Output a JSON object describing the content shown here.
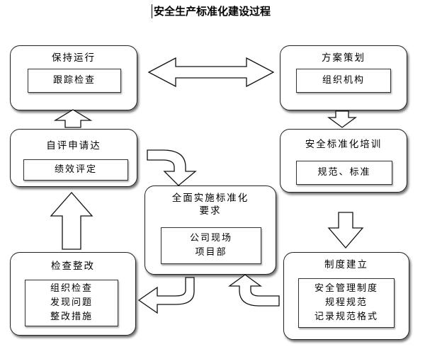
{
  "title": "安全生产标准化建设过程",
  "nodes": {
    "baochi": {
      "title": "保持运行",
      "inner": [
        "跟踪检查"
      ]
    },
    "fangan": {
      "title": "方案策划",
      "inner": [
        "组织机构"
      ]
    },
    "ziping": {
      "title": "自评申请达",
      "inner": [
        "绩效评定"
      ]
    },
    "peixun": {
      "title": "安全标准化培训",
      "inner": [
        "规范、标准"
      ]
    },
    "quanmian": {
      "title_lines": [
        "全面实施标准化",
        "要求"
      ],
      "inner": [
        "公司现场",
        "项目部"
      ]
    },
    "jiancha": {
      "title": "检查整改",
      "inner": [
        "组织检查",
        "发现问题",
        "整改措施"
      ]
    },
    "zhidu": {
      "title": "制度建立",
      "inner": [
        "安全管理制度",
        "规程规范",
        "记录规范格式"
      ]
    }
  }
}
